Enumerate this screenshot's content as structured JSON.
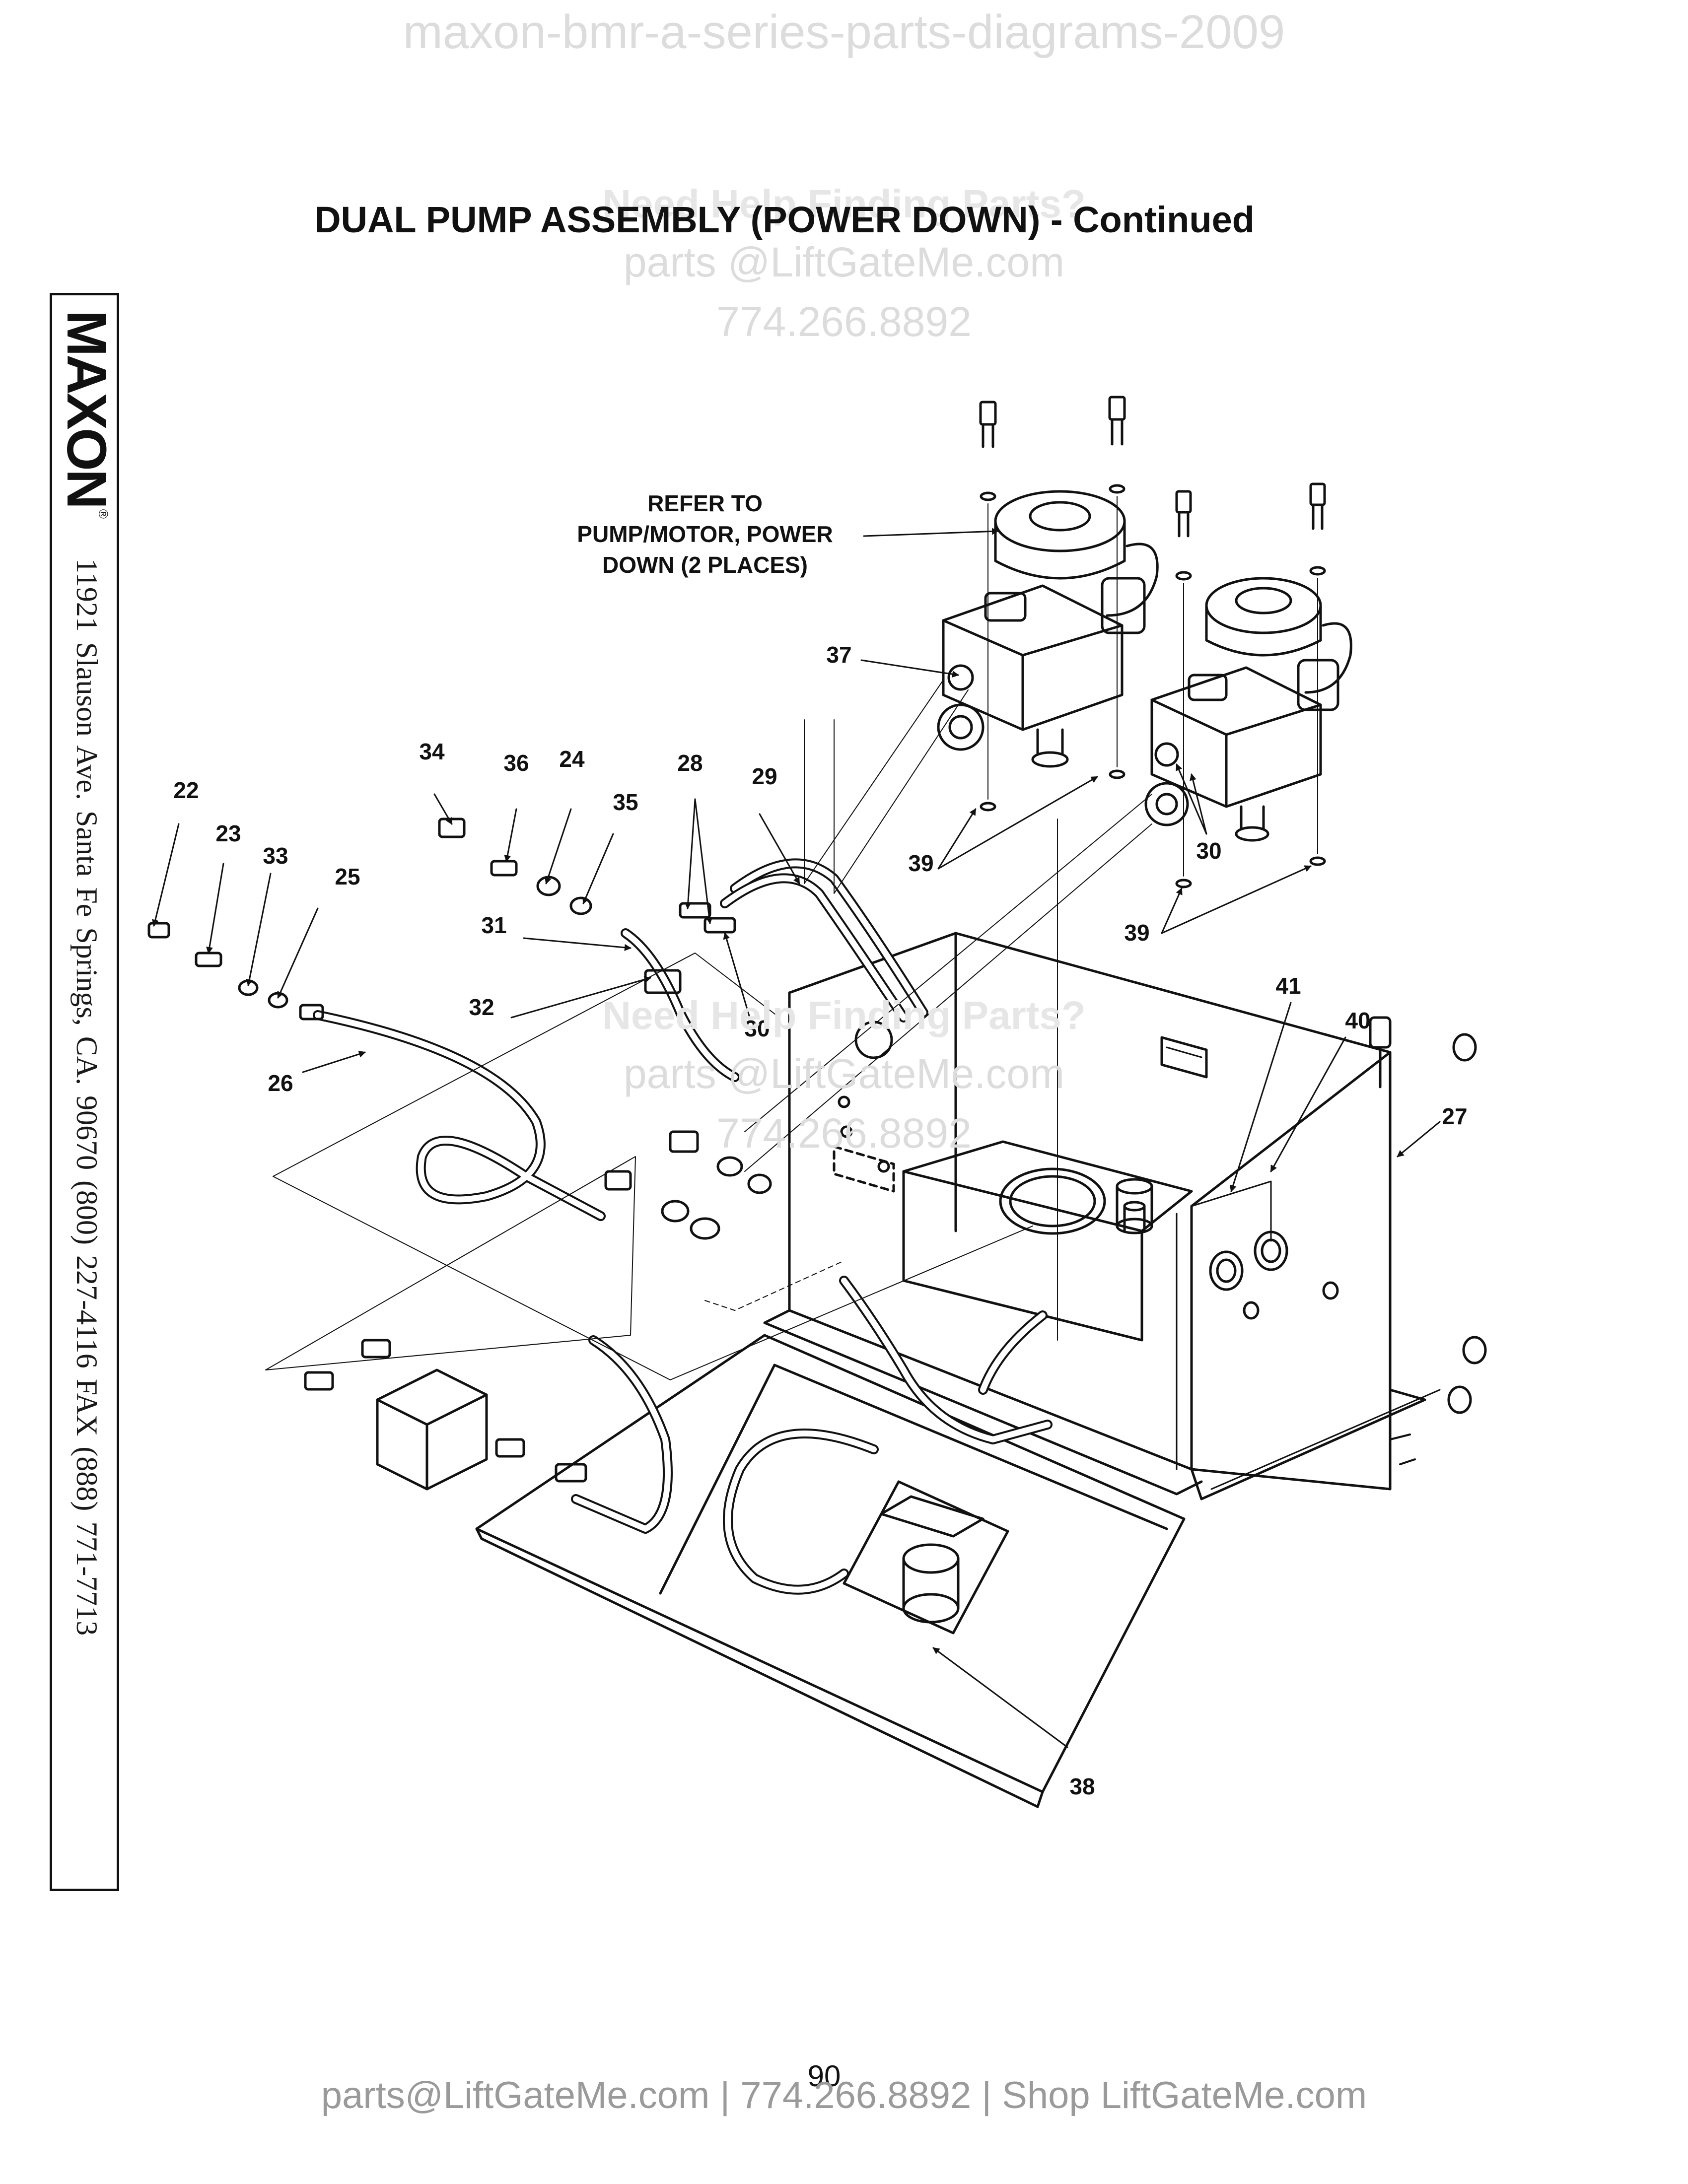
{
  "watermarks": {
    "top": "maxon-bmr-a-series-parts-diagrams-2009",
    "block_heading": "Need Help Finding Parts?",
    "block_email": "parts @LiftGateMe.com",
    "block_phone": "774.266.8892"
  },
  "title": "DUAL PUMP ASSEMBLY (POWER DOWN) - Continued",
  "sidebar": {
    "brand": "MAXON",
    "reg_mark": "®",
    "address": "11921 Slauson Ave.  Santa Fe Springs, CA.  90670  (800) 227-4116  FAX (888) 771-7713"
  },
  "diagram": {
    "note_lines": [
      "REFER TO",
      "PUMP/MOTOR, POWER",
      "DOWN (2 PLACES)"
    ],
    "callouts": [
      "22",
      "23",
      "24",
      "25",
      "26",
      "27",
      "28",
      "29",
      "30",
      "30",
      "30",
      "31",
      "32",
      "33",
      "34",
      "35",
      "36",
      "37",
      "38",
      "39",
      "39",
      "40",
      "41"
    ]
  },
  "page_number": "90",
  "footer": "parts@LiftGateMe.com | 774.266.8892 | Shop LiftGateMe.com"
}
